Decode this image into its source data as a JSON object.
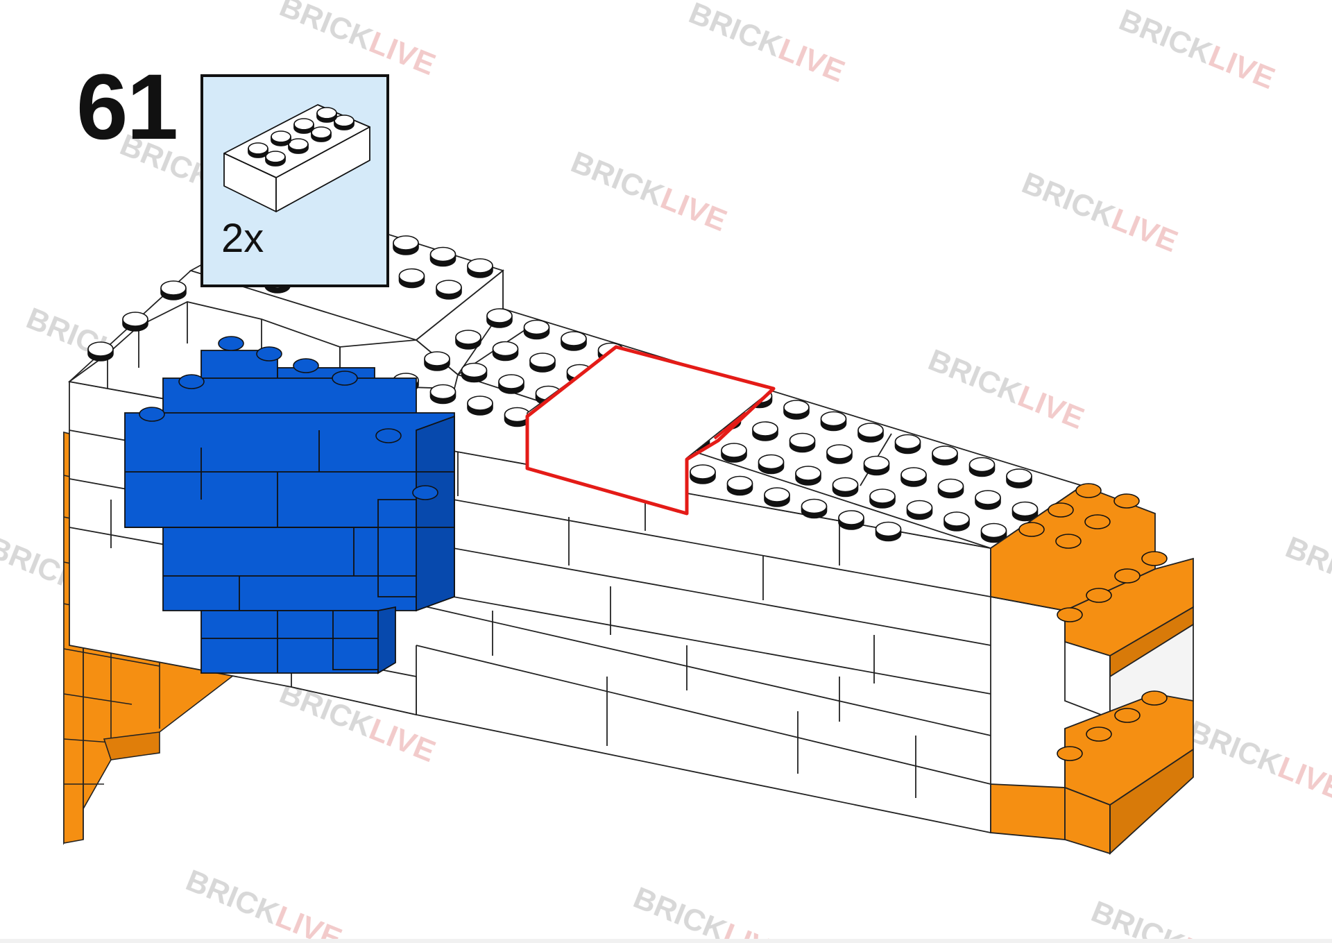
{
  "step": {
    "number": "61"
  },
  "parts_callout": {
    "quantity_label": "2x",
    "part": "2x4 brick",
    "part_color": "#ffffff"
  },
  "watermark": {
    "brand_prefix": "BRICK",
    "brand_suffix": "LIVE",
    "prefix_color": "#b8b8b8",
    "suffix_color": "#e8a0a0"
  },
  "colors": {
    "white_brick": "#ffffff",
    "blue_brick": "#0a5bd3",
    "orange_brick": "#f58f12",
    "highlight": "#e41b17",
    "callout_bg": "#d5eaf9"
  }
}
